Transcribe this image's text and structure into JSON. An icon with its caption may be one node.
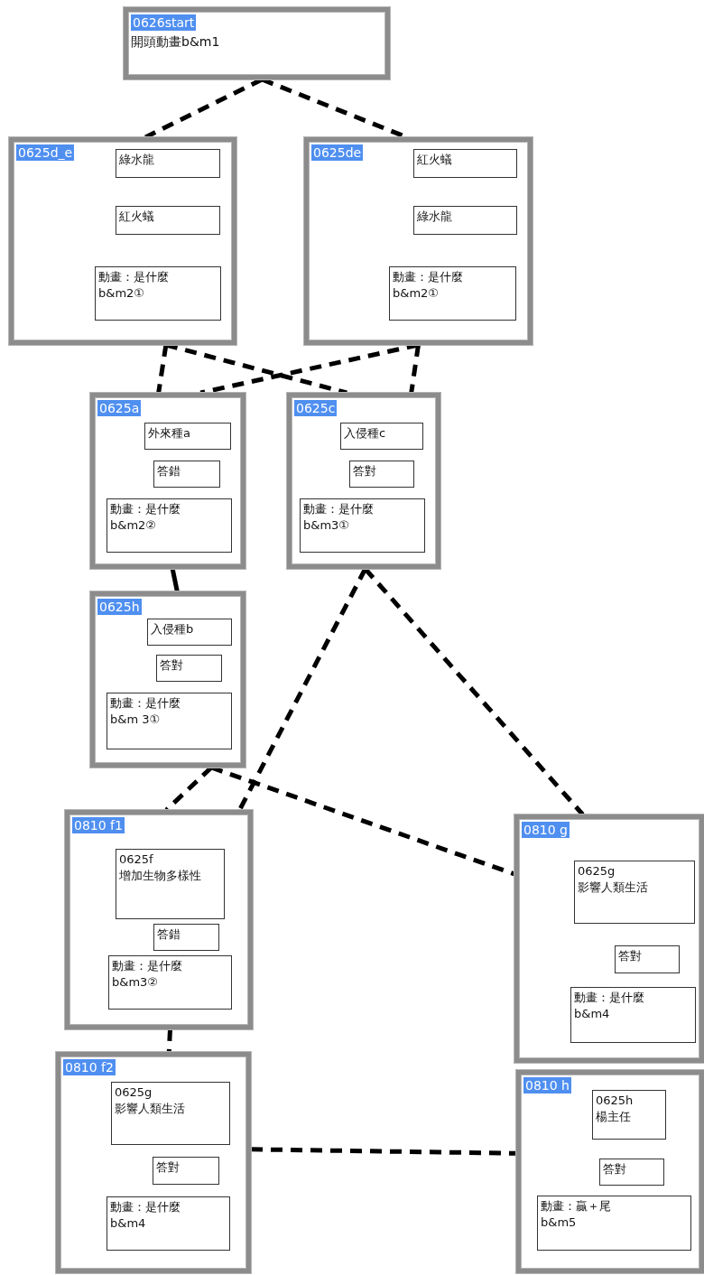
{
  "diagram": {
    "nodes": [
      {
        "text": [
          "0626start",
          "開頭動畫b&m1"
        ]
      },
      {
        "text": [
          "0625d_e"
        ]
      },
      {
        "text": [
          "綠水龍"
        ],
        "in": 1
      },
      {
        "text": [
          "紅火蟻"
        ],
        "in": 1
      },
      {
        "text": [
          "動畫：是什麼 b&m2①"
        ],
        "in": 1
      },
      {
        "text": [
          "0625de"
        ]
      },
      {
        "text": [
          "紅火蟻"
        ],
        "in": 5
      },
      {
        "text": [
          "綠水龍"
        ],
        "in": 5
      },
      {
        "text": [
          "動畫：是什麼 b&m2①"
        ],
        "in": 5
      },
      {
        "text": [
          "0625a"
        ]
      },
      {
        "text": [
          "外來種a"
        ],
        "in": 9
      },
      {
        "text": [
          "答錯"
        ],
        "in": 9
      },
      {
        "text": [
          "動畫：是什麼 b&m2②"
        ],
        "in": 9
      },
      {
        "text": [
          "0625c"
        ]
      },
      {
        "text": [
          "入侵種c"
        ],
        "in": 13
      },
      {
        "text": [
          "答對"
        ],
        "in": 13
      },
      {
        "text": [
          "動畫：是什麼 b&m3①"
        ],
        "in": 13
      },
      {
        "text": [
          "0625h"
        ]
      },
      {
        "text": [
          "入侵種b"
        ],
        "in": 17
      },
      {
        "text": [
          "答對"
        ],
        "in": 17
      },
      {
        "text": [
          "動畫：是什麼 b&m 3①"
        ],
        "in": 17
      },
      {
        "text": [
          "0810 f1"
        ]
      },
      {
        "text": [
          "0625f 增加生物多樣性"
        ],
        "in": 21
      },
      {
        "text": [
          "答錯"
        ],
        "in": 21
      },
      {
        "text": [
          "動畫：是什麼 b&m3②"
        ],
        "in": 21
      },
      {
        "text": [
          "0810 g"
        ]
      },
      {
        "text": [
          "0625g 影響人類生活"
        ],
        "in": 25
      },
      {
        "text": [
          "答對"
        ],
        "in": 25
      },
      {
        "text": [
          "動畫：是什麼 b&m4"
        ],
        "in": 25
      },
      {
        "text": [
          "0810 f2"
        ]
      },
      {
        "text": [
          "0625g 影響人類生活"
        ],
        "in": 29
      },
      {
        "text": [
          "答對"
        ],
        "in": 29
      },
      {
        "text": [
          "動畫：是什麼 b&m4"
        ],
        "in": 29
      },
      {
        "text": [
          "0810 h"
        ]
      },
      {
        "text": [
          "0625h 楊主任"
        ],
        "in": 33
      },
      {
        "text": [
          "答對"
        ],
        "in": 33
      },
      {
        "text": [
          "動畫：贏＋尾 b&m5"
        ],
        "in": 33
      }
    ],
    "edges": [
      {
        "from": 0,
        "to": 1,
        "arrow": "none",
        "style": "dashed"
      },
      {
        "from": 0,
        "to": 5,
        "arrow": "none",
        "style": "dashed"
      },
      {
        "from": 1,
        "to": 9,
        "arrow": "none",
        "style": "dashed"
      },
      {
        "from": 1,
        "to": 13,
        "arrow": "none",
        "style": "dashed"
      },
      {
        "from": 5,
        "to": 9,
        "arrow": "none",
        "style": "dashed"
      },
      {
        "from": 5,
        "to": 13,
        "arrow": "none",
        "style": "dashed"
      },
      {
        "from": 9,
        "to": 17,
        "arrow": "none"
      },
      {
        "from": 17,
        "to": 21,
        "arrow": "none",
        "style": "dashed"
      },
      {
        "from": 17,
        "to": 25,
        "arrow": "none",
        "style": "dashed"
      },
      {
        "from": 13,
        "to": 21,
        "arrow": "none",
        "style": "dashed"
      },
      {
        "from": 13,
        "to": 25,
        "arrow": "none",
        "style": "dashed"
      },
      {
        "from": 21,
        "to": 29,
        "arrow": "none",
        "style": "dashed"
      },
      {
        "from": 29,
        "to": 33,
        "arrow": "none",
        "style": "dashed"
      }
    ]
  }
}
